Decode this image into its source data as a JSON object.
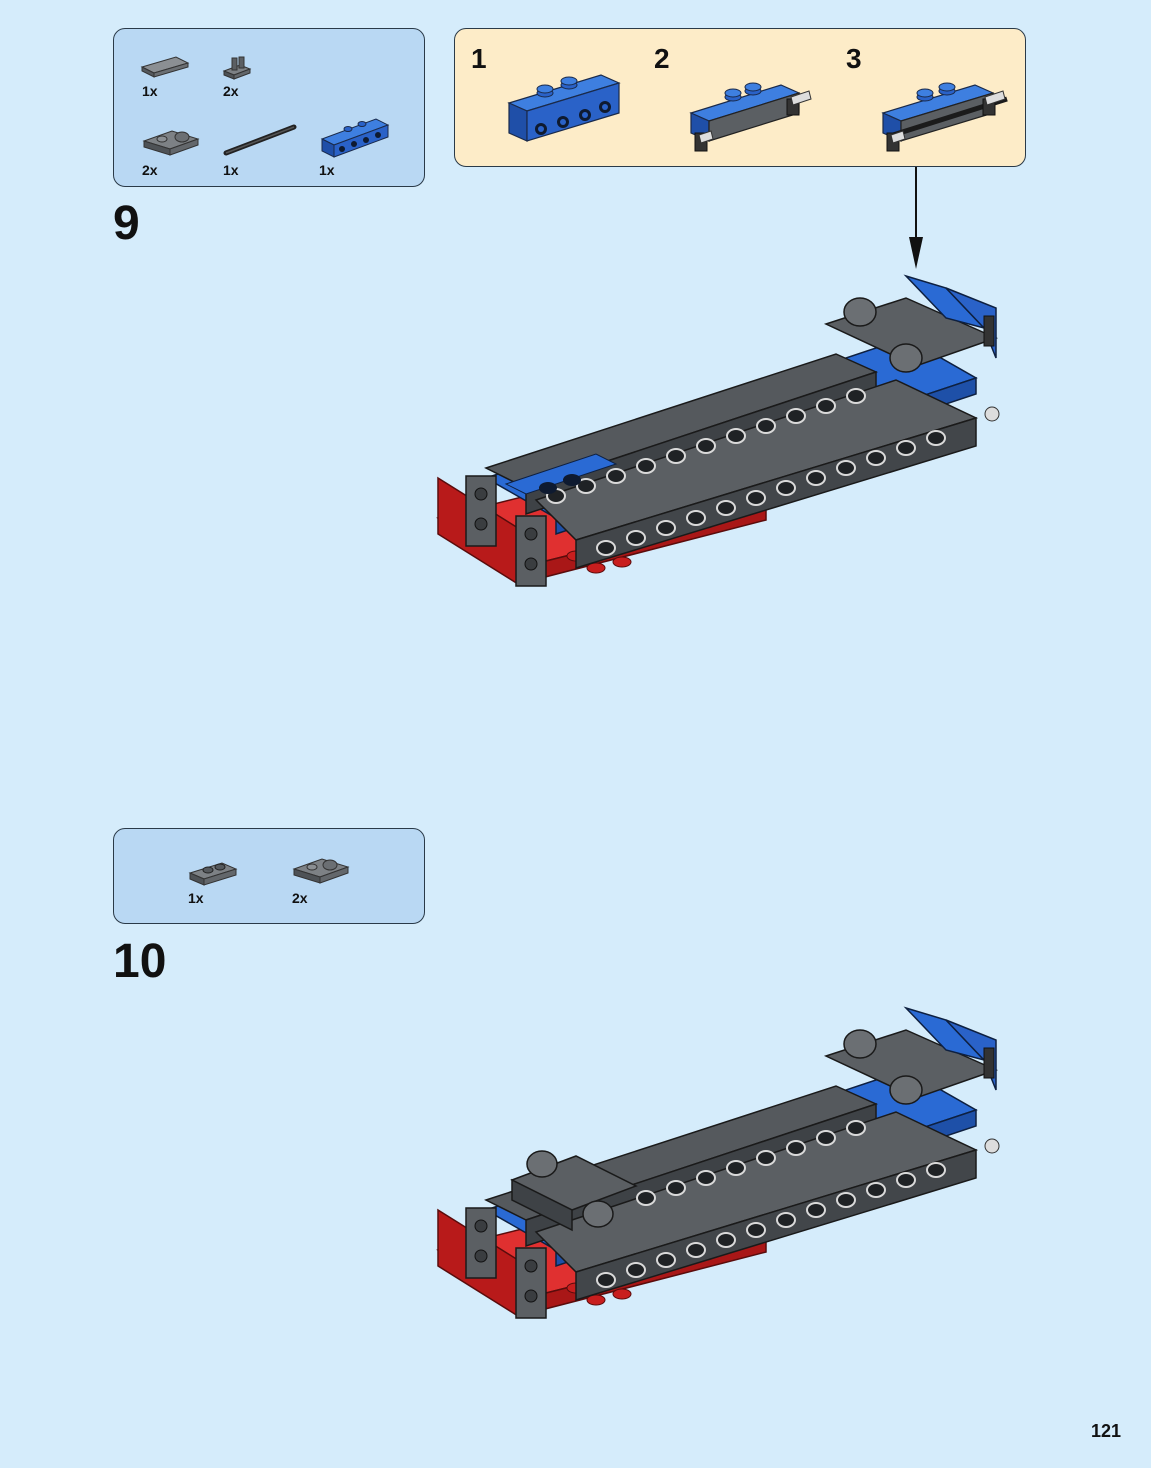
{
  "page_number": "121",
  "steps": [
    {
      "number": "9",
      "parts": [
        {
          "qty": "1x",
          "icon": "dark-grey-tile-2x4-icon"
        },
        {
          "qty": "2x",
          "icon": "dark-grey-clip-icon"
        },
        {
          "qty": "2x",
          "icon": "dark-grey-bracket-plate-icon"
        },
        {
          "qty": "1x",
          "icon": "black-axle-icon"
        },
        {
          "qty": "1x",
          "icon": "blue-technic-plate-icon"
        }
      ],
      "subassembly": {
        "stages": [
          "1",
          "2",
          "3"
        ]
      }
    },
    {
      "number": "10",
      "parts": [
        {
          "qty": "1x",
          "icon": "dark-grey-plate-1x2-icon"
        },
        {
          "qty": "2x",
          "icon": "dark-grey-bracket-plate-icon"
        }
      ]
    }
  ],
  "colors": {
    "background": "#d5ecfb",
    "parts_box": "#b9d8f3",
    "subassembly_box": "#fdecc8",
    "red": "#d81f1f",
    "blue": "#2a6ad4",
    "dark_grey": "#5b5f63"
  }
}
